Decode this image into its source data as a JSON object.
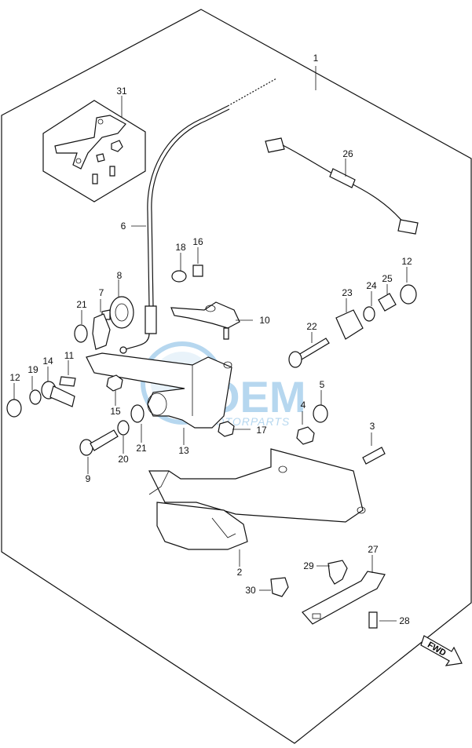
{
  "callouts": [
    {
      "id": "p1",
      "label": "1"
    },
    {
      "id": "p2",
      "label": "2"
    },
    {
      "id": "p3",
      "label": "3"
    },
    {
      "id": "p4",
      "label": "4"
    },
    {
      "id": "p5",
      "label": "5"
    },
    {
      "id": "p6",
      "label": "6"
    },
    {
      "id": "p7",
      "label": "7"
    },
    {
      "id": "p8",
      "label": "8"
    },
    {
      "id": "p9",
      "label": "9"
    },
    {
      "id": "p10",
      "label": "10"
    },
    {
      "id": "p11",
      "label": "11"
    },
    {
      "id": "p12a",
      "label": "12"
    },
    {
      "id": "p12b",
      "label": "12"
    },
    {
      "id": "p13",
      "label": "13"
    },
    {
      "id": "p14",
      "label": "14"
    },
    {
      "id": "p15",
      "label": "15"
    },
    {
      "id": "p16",
      "label": "16"
    },
    {
      "id": "p17",
      "label": "17"
    },
    {
      "id": "p18",
      "label": "18"
    },
    {
      "id": "p19",
      "label": "19"
    },
    {
      "id": "p20",
      "label": "20"
    },
    {
      "id": "p21a",
      "label": "21"
    },
    {
      "id": "p21b",
      "label": "21"
    },
    {
      "id": "p22",
      "label": "22"
    },
    {
      "id": "p23",
      "label": "23"
    },
    {
      "id": "p24",
      "label": "24"
    },
    {
      "id": "p25",
      "label": "25"
    },
    {
      "id": "p26",
      "label": "26"
    },
    {
      "id": "p27",
      "label": "27"
    },
    {
      "id": "p28",
      "label": "28"
    },
    {
      "id": "p29",
      "label": "29"
    },
    {
      "id": "p30",
      "label": "30"
    },
    {
      "id": "p31",
      "label": "31"
    }
  ],
  "fwd_label": "FWD",
  "watermark": {
    "brand": "OEM",
    "sub": "MOTORPARTS"
  },
  "colors": {
    "line": "#111111",
    "watermark": "#5fa8dc"
  }
}
